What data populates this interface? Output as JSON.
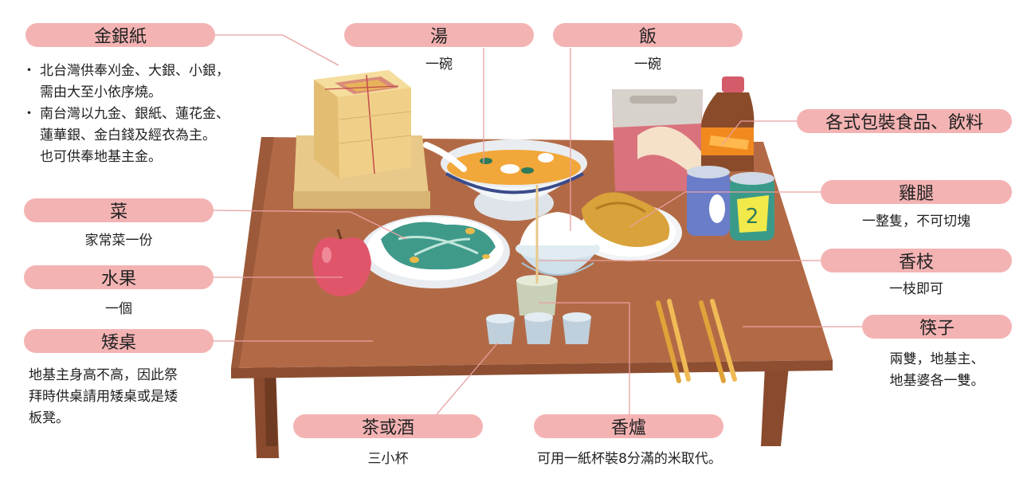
{
  "labels": {
    "gold_paper": {
      "title": "金銀紙",
      "items": [
        "北台灣供奉刈金、大銀、小銀，\n需由大至小依序燒。",
        "南台灣以九金、銀紙、蓮花金、\n蓮華銀、金白錢及經衣為主。\n也可供奉地基主金。"
      ]
    },
    "soup": {
      "title": "湯",
      "desc": "一碗"
    },
    "rice": {
      "title": "飯",
      "desc": "一碗"
    },
    "packaged": {
      "title": "各式包裝食品、飲料"
    },
    "vegetable": {
      "title": "菜",
      "desc": "家常菜一份"
    },
    "chicken": {
      "title": "雞腿",
      "desc": "一整隻，不可切塊"
    },
    "fruit": {
      "title": "水果",
      "desc": "一個"
    },
    "incense": {
      "title": "香枝",
      "desc": "一枝即可"
    },
    "table": {
      "title": "矮桌",
      "desc": "地基主身高不高，因此祭\n拜時供桌請用矮桌或是矮\n板凳。"
    },
    "chopsticks": {
      "title": "筷子",
      "desc": "兩雙，地基主、\n地基婆各一雙。"
    },
    "tea": {
      "title": "茶或酒",
      "desc": "三小杯"
    },
    "burner": {
      "title": "香爐",
      "desc": "可用一紙杯裝8分滿的米取代。"
    }
  },
  "colors": {
    "pill": "#f4b3b3",
    "table_top": "#b26a46",
    "table_edge": "#8d4e31",
    "leader": "#e8a0a0"
  }
}
